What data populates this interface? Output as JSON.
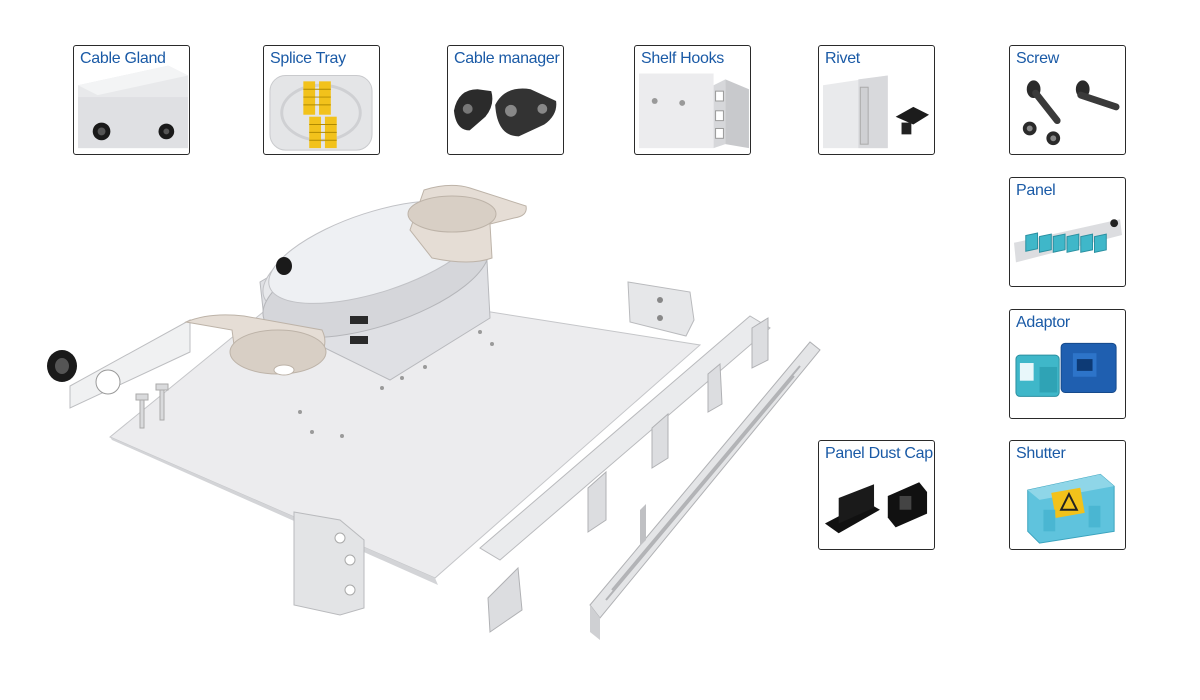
{
  "components": [
    {
      "label": "Cable Gland",
      "icon": "cable-gland-icon"
    },
    {
      "label": "Splice Tray",
      "icon": "splice-tray-icon"
    },
    {
      "label": "Cable manager",
      "icon": "cable-manager-icon"
    },
    {
      "label": "Shelf Hooks",
      "icon": "shelf-hooks-icon"
    },
    {
      "label": "Rivet",
      "icon": "rivet-icon"
    },
    {
      "label": "Screw",
      "icon": "screw-icon"
    },
    {
      "label": "Panel",
      "icon": "panel-icon"
    },
    {
      "label": "Adaptor",
      "icon": "adaptor-icon"
    },
    {
      "label": "Panel Dust Cap",
      "icon": "panel-dust-cap-icon"
    },
    {
      "label": "Shutter",
      "icon": "shutter-icon"
    }
  ],
  "colors": {
    "label_text": "#1a5aa6",
    "card_border": "#2a2a2a",
    "aqua": "#3fb7c9",
    "blue": "#1f5fb0",
    "yellow": "#f2c21b",
    "metal": "#e6e7e9"
  }
}
